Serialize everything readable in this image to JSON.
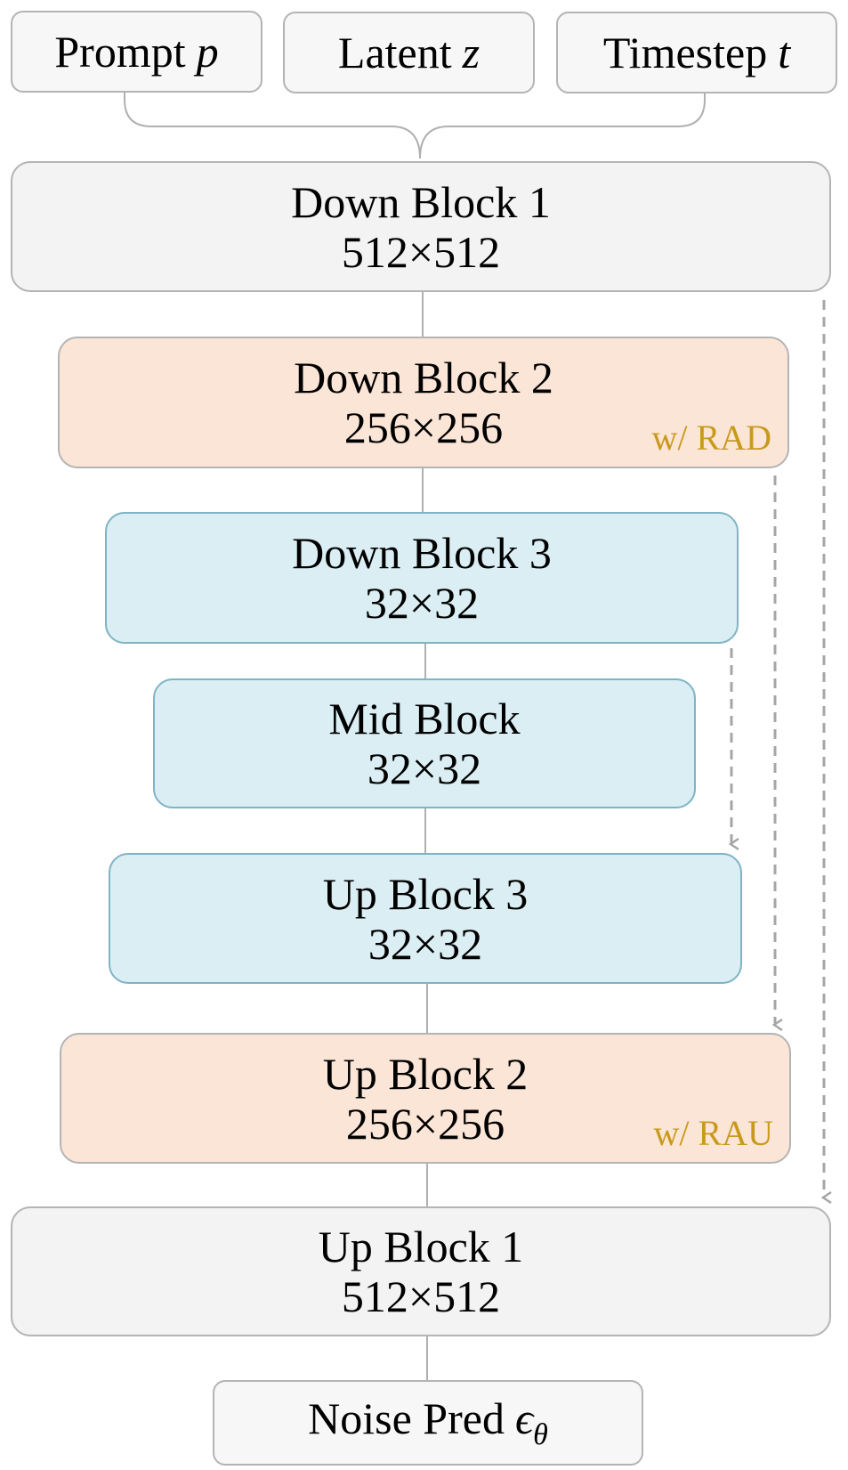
{
  "inputs": {
    "prompt": {
      "label": "Prompt",
      "symbol": "p"
    },
    "latent": {
      "label": "Latent",
      "symbol": "z"
    },
    "timestep": {
      "label": "Timestep",
      "symbol": "t"
    }
  },
  "blocks": {
    "down1": {
      "name": "Down Block 1",
      "size": "512×512"
    },
    "down2": {
      "name": "Down Block 2",
      "size": "256×256",
      "tag": "w/ RAD"
    },
    "down3": {
      "name": "Down Block 3",
      "size": "32×32"
    },
    "mid": {
      "name": "Mid Block",
      "size": "32×32"
    },
    "up3": {
      "name": "Up Block 3",
      "size": "32×32"
    },
    "up2": {
      "name": "Up Block 2",
      "size": "256×256",
      "tag": "w/ RAU"
    },
    "up1": {
      "name": "Up Block 1",
      "size": "512×512"
    }
  },
  "output": {
    "label": "Noise Pred",
    "symbol": "ϵ",
    "subscript": "θ"
  },
  "colors": {
    "gray_block": "#f3f3f3",
    "peach_block": "#fbe5d6",
    "blue_block": "#daeef3",
    "tag_text": "#c89a1c",
    "connector": "#b0b0b0",
    "skip_arrow": "#a6a6a6"
  }
}
